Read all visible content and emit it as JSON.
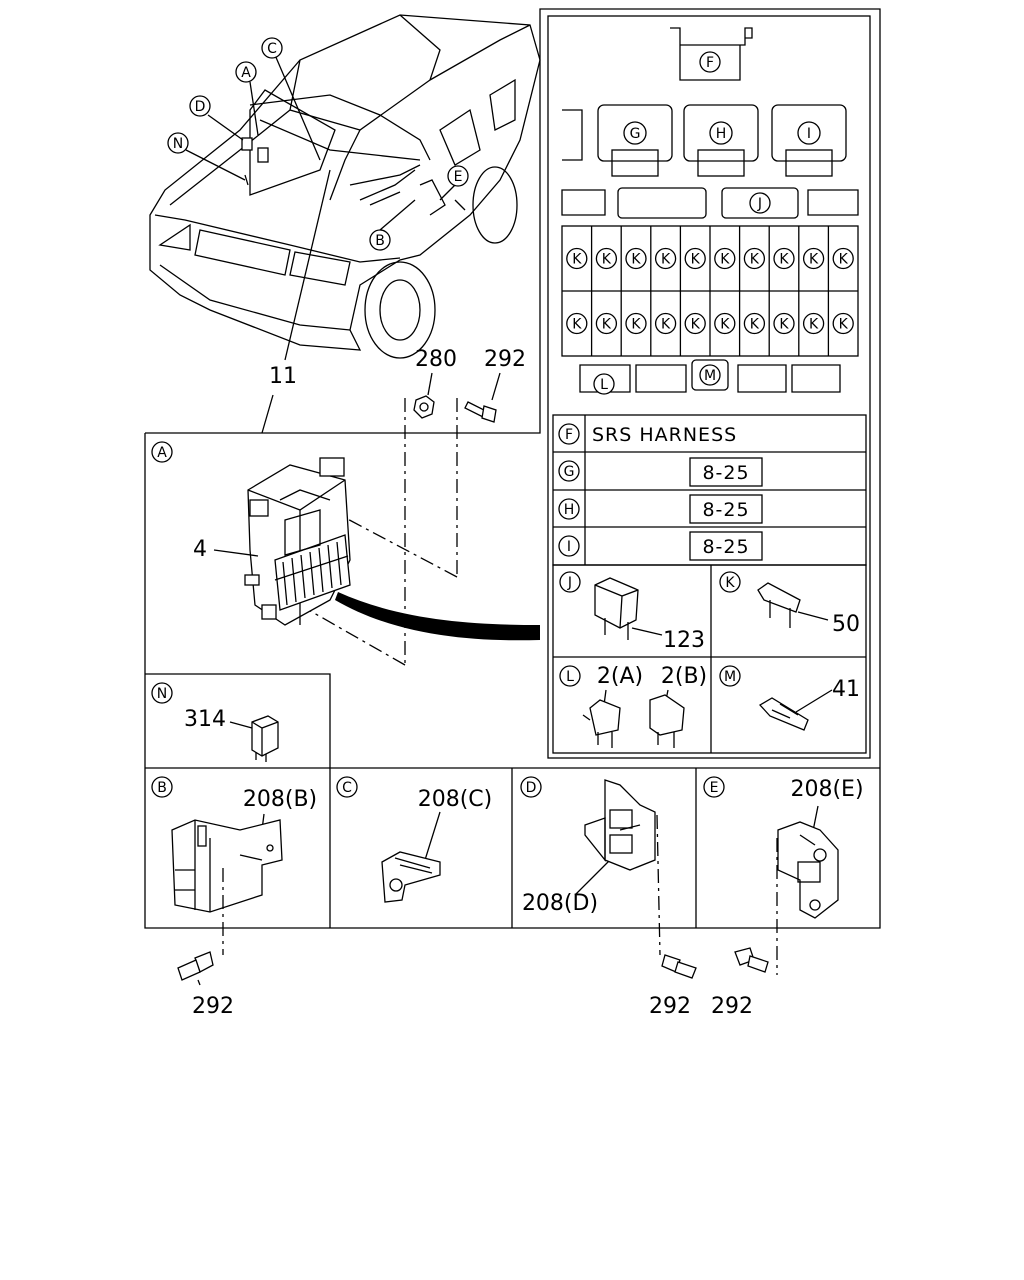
{
  "callouts": {
    "main_assembly": "11",
    "nut": "280",
    "bolt_top": "292",
    "fuse_box": "4",
    "relay_n": "314",
    "bracket_b": "208(B)",
    "bracket_c": "208(C)",
    "bracket_d": "208(D)",
    "bracket_e": "208(E)",
    "bolt_b": "292",
    "bolt_d": "292",
    "bolt_e": "292",
    "relay_j": "123",
    "fuse_k": "50",
    "fuse_l_a": "2(A)",
    "fuse_l_b": "2(B)",
    "puller_m": "41"
  },
  "circle_letters": {
    "a": "A",
    "b": "B",
    "c": "C",
    "d": "D",
    "e": "E",
    "f": "F",
    "g": "G",
    "h": "H",
    "i": "I",
    "j": "J",
    "k": "K",
    "l": "L",
    "m": "M",
    "n": "N"
  },
  "legend_table": {
    "rows": [
      {
        "letter": "F",
        "text": "SRS HARNESS"
      },
      {
        "letter": "G",
        "text": "8-25"
      },
      {
        "letter": "H",
        "text": "8-25"
      },
      {
        "letter": "I",
        "text": "8-25"
      }
    ]
  }
}
